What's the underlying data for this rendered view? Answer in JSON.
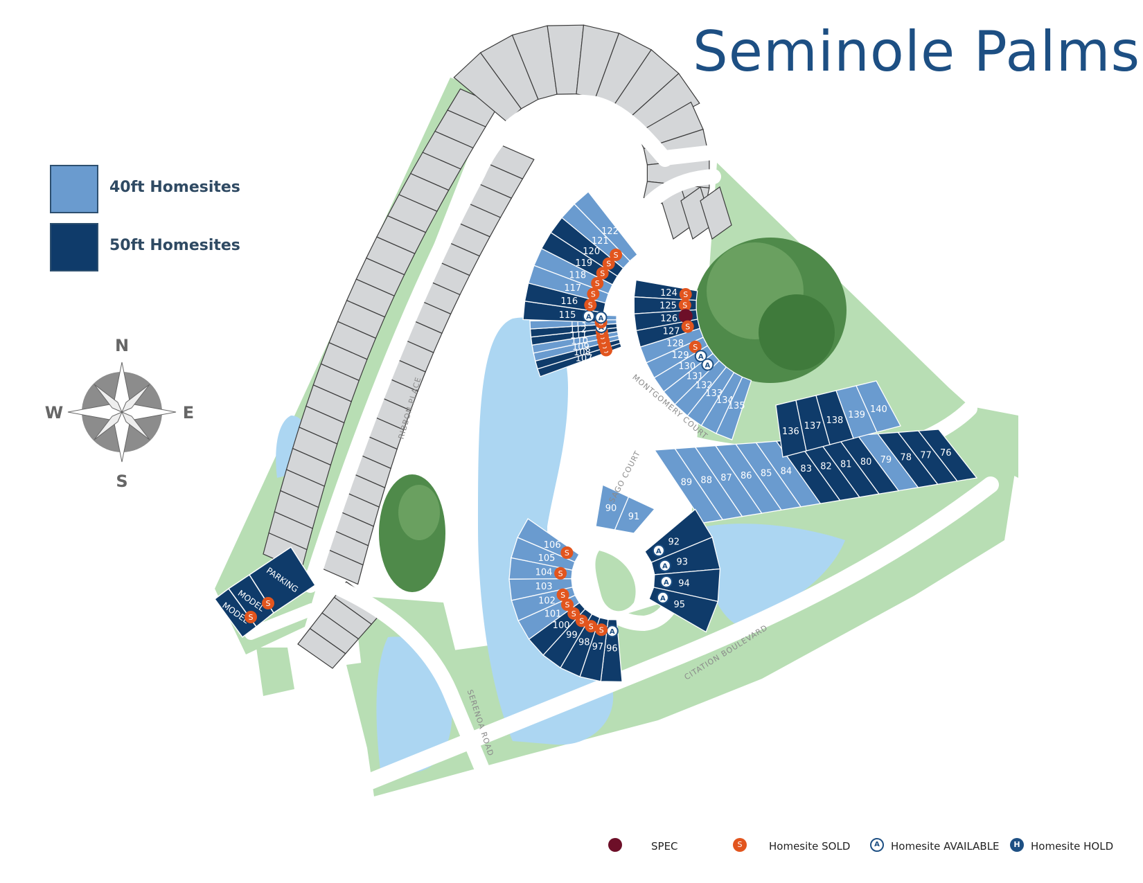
{
  "title": "Seminole Palms",
  "size_legend": [
    {
      "label": "40ft Homesites",
      "color": "#6a9bcf"
    },
    {
      "label": "50ft Homesites",
      "color": "#0f3b6a"
    }
  ],
  "status_legend": [
    {
      "label": "SPEC",
      "kind": "spec",
      "color": "#6d0f28"
    },
    {
      "label": "Homesite SOLD",
      "kind": "sold",
      "symbol": "S",
      "color": "#e2551e"
    },
    {
      "label": "Homesite AVAILABLE",
      "kind": "available",
      "symbol": "A",
      "color": "#1d4f83"
    },
    {
      "label": "Homesite HOLD",
      "kind": "hold",
      "symbol": "H",
      "color": "#1d4f83"
    }
  ],
  "compass": {
    "n": "N",
    "s": "S",
    "e": "E",
    "w": "W"
  },
  "streets": [
    "RIBBON PLACE",
    "MONTGOMERY COURT",
    "SAGO COURT",
    "CITATION BOULEVARD",
    "SERENOA ROAD"
  ],
  "amenity_labels": [
    "PARKING",
    "MODEL",
    "MODEL"
  ],
  "colors": {
    "lot_40": "#6a9bcf",
    "lot_50": "#0f3b6a",
    "undeveloped": "#d4d6d8",
    "green": "#b8deb4",
    "water": "#acd6f2",
    "road": "#ffffff"
  },
  "lots": [
    {
      "n": "76",
      "size": 50,
      "status": "none"
    },
    {
      "n": "77",
      "size": 50,
      "status": "none"
    },
    {
      "n": "78",
      "size": 50,
      "status": "none"
    },
    {
      "n": "79",
      "size": 40,
      "status": "none"
    },
    {
      "n": "80",
      "size": 50,
      "status": "none"
    },
    {
      "n": "81",
      "size": 50,
      "status": "none"
    },
    {
      "n": "82",
      "size": 50,
      "status": "none"
    },
    {
      "n": "83",
      "size": 50,
      "status": "none"
    },
    {
      "n": "84",
      "size": 40,
      "status": "none"
    },
    {
      "n": "85",
      "size": 40,
      "status": "none"
    },
    {
      "n": "86",
      "size": 40,
      "status": "none"
    },
    {
      "n": "87",
      "size": 40,
      "status": "none"
    },
    {
      "n": "88",
      "size": 40,
      "status": "none"
    },
    {
      "n": "89",
      "size": 40,
      "status": "none"
    },
    {
      "n": "90",
      "size": 40,
      "status": "none"
    },
    {
      "n": "91",
      "size": 40,
      "status": "none"
    },
    {
      "n": "92",
      "size": 50,
      "status": "available"
    },
    {
      "n": "93",
      "size": 50,
      "status": "available"
    },
    {
      "n": "94",
      "size": 50,
      "status": "available"
    },
    {
      "n": "95",
      "size": 50,
      "status": "available"
    },
    {
      "n": "96",
      "size": 50,
      "status": "available"
    },
    {
      "n": "97",
      "size": 50,
      "status": "sold"
    },
    {
      "n": "98",
      "size": 50,
      "status": "sold"
    },
    {
      "n": "99",
      "size": 50,
      "status": "sold"
    },
    {
      "n": "100",
      "size": 50,
      "status": "sold"
    },
    {
      "n": "101",
      "size": 40,
      "status": "sold"
    },
    {
      "n": "102",
      "size": 40,
      "status": "sold"
    },
    {
      "n": "103",
      "size": 40,
      "status": "none"
    },
    {
      "n": "104",
      "size": 40,
      "status": "sold"
    },
    {
      "n": "105",
      "size": 40,
      "status": "none"
    },
    {
      "n": "106",
      "size": 40,
      "status": "sold"
    },
    {
      "n": "107",
      "size": 50,
      "status": "sold"
    },
    {
      "n": "108",
      "size": 50,
      "status": "sold"
    },
    {
      "n": "109",
      "size": 40,
      "status": "sold"
    },
    {
      "n": "110",
      "size": 40,
      "status": "sold"
    },
    {
      "n": "111",
      "size": 50,
      "status": "sold"
    },
    {
      "n": "112",
      "size": 50,
      "status": "available"
    },
    {
      "n": "113",
      "size": 40,
      "status": "sold"
    },
    {
      "n": "114",
      "size": 40,
      "status": "available"
    },
    {
      "n": "115",
      "size": 50,
      "status": "available"
    },
    {
      "n": "116",
      "size": 50,
      "status": "sold"
    },
    {
      "n": "117",
      "size": 40,
      "status": "sold"
    },
    {
      "n": "118",
      "size": 40,
      "status": "sold"
    },
    {
      "n": "119",
      "size": 50,
      "status": "sold"
    },
    {
      "n": "120",
      "size": 50,
      "status": "sold"
    },
    {
      "n": "121",
      "size": 40,
      "status": "sold"
    },
    {
      "n": "122",
      "size": 40,
      "status": "none"
    },
    {
      "n": "124",
      "size": 50,
      "status": "sold"
    },
    {
      "n": "125",
      "size": 50,
      "status": "sold"
    },
    {
      "n": "126",
      "size": 50,
      "status": "spec"
    },
    {
      "n": "127",
      "size": 50,
      "status": "sold"
    },
    {
      "n": "128",
      "size": 40,
      "status": "none"
    },
    {
      "n": "129",
      "size": 40,
      "status": "sold"
    },
    {
      "n": "130",
      "size": 40,
      "status": "available"
    },
    {
      "n": "131",
      "size": 40,
      "status": "available"
    },
    {
      "n": "132",
      "size": 40,
      "status": "none"
    },
    {
      "n": "133",
      "size": 40,
      "status": "none"
    },
    {
      "n": "134",
      "size": 40,
      "status": "none"
    },
    {
      "n": "135",
      "size": 40,
      "status": "none"
    },
    {
      "n": "136",
      "size": 50,
      "status": "none"
    },
    {
      "n": "137",
      "size": 50,
      "status": "none"
    },
    {
      "n": "138",
      "size": 50,
      "status": "none"
    },
    {
      "n": "139",
      "size": 40,
      "status": "none"
    },
    {
      "n": "140",
      "size": 40,
      "status": "none"
    }
  ],
  "model_lots": [
    {
      "label": "MODEL",
      "status": "sold"
    },
    {
      "label": "MODEL",
      "status": "sold"
    }
  ]
}
